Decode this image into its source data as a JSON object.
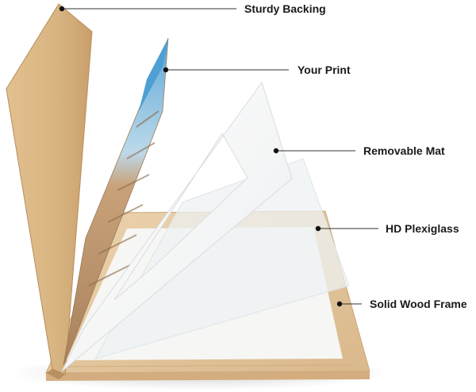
{
  "callouts": [
    {
      "id": "backing",
      "label": "Sturdy Backing"
    },
    {
      "id": "print",
      "label": "Your Print"
    },
    {
      "id": "mat",
      "label": "Removable Mat"
    },
    {
      "id": "plexi",
      "label": "HD Plexiglass"
    },
    {
      "id": "frame",
      "label": "Solid Wood Frame"
    }
  ],
  "colors": {
    "backing": "#dcb887",
    "wood": "#e7cba4",
    "mat": "#ffffff",
    "plexiglass": "#eef1f3",
    "print_sky": "#6fb2da",
    "label_text": "#1a1a1a",
    "leader_line": "#333333"
  }
}
